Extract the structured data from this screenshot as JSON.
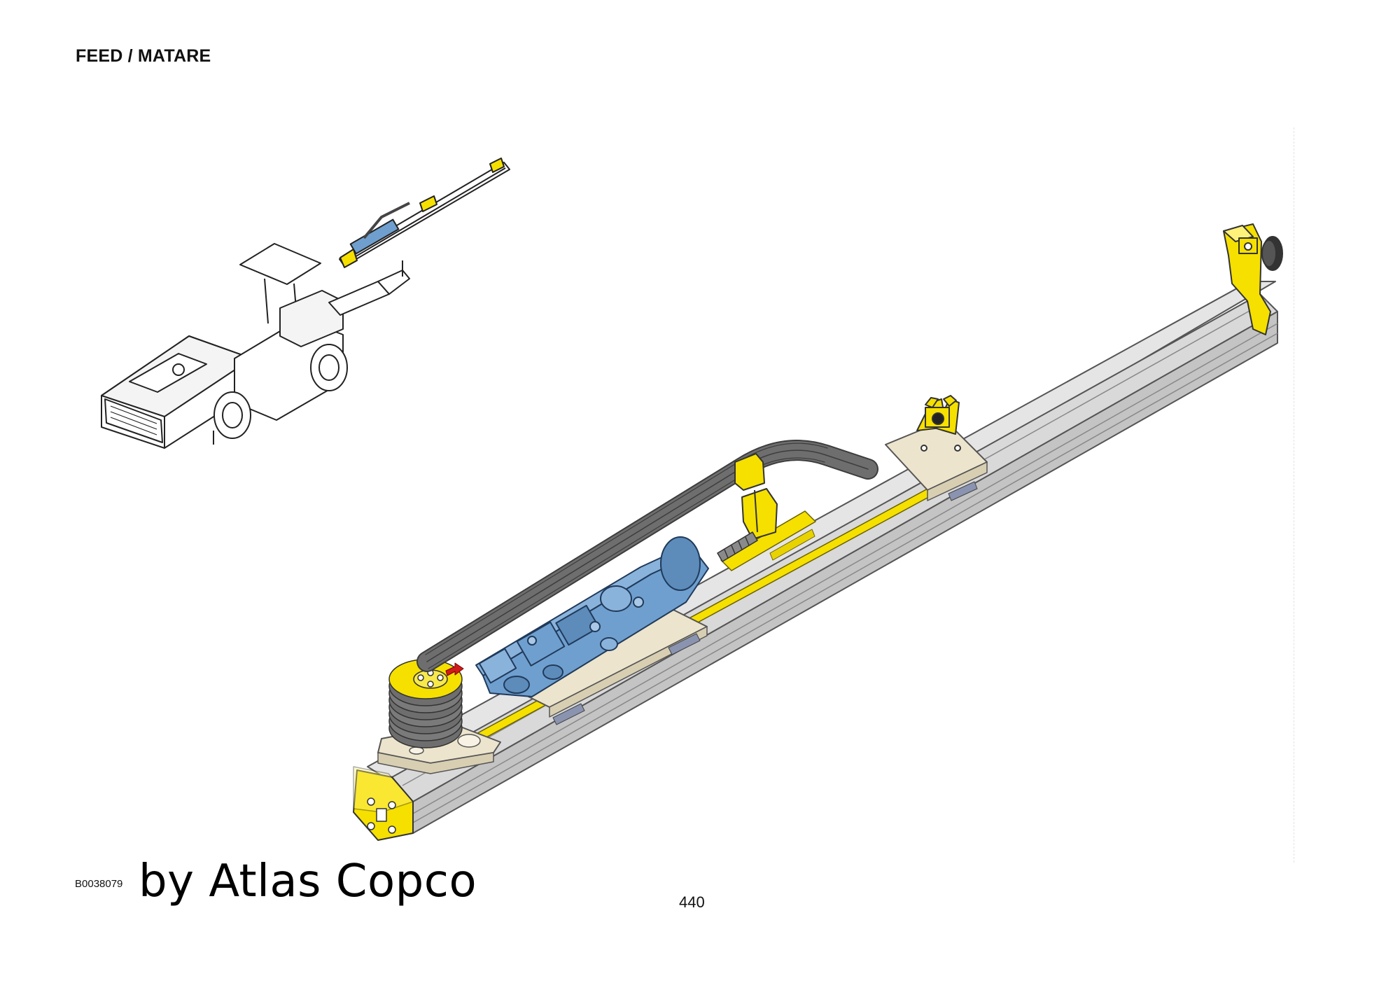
{
  "header": {
    "title": "FEED / MATARE"
  },
  "footer": {
    "doc_code": "B0038079",
    "watermark": "by Atlas Copco",
    "page_number": "440"
  },
  "colors": {
    "accent_yellow": "#f5e000",
    "rock_drill_blue": "#6f9fcf",
    "rail_grey": "#d9d9d9",
    "hose_grey": "#6e6e6e",
    "plate_beige": "#ece4cc",
    "arrow_red": "#d11a1a"
  },
  "illustration": {
    "overview_icon": "drill-rig-overview-icon",
    "detail_icon": "feed-assembly-icon"
  }
}
